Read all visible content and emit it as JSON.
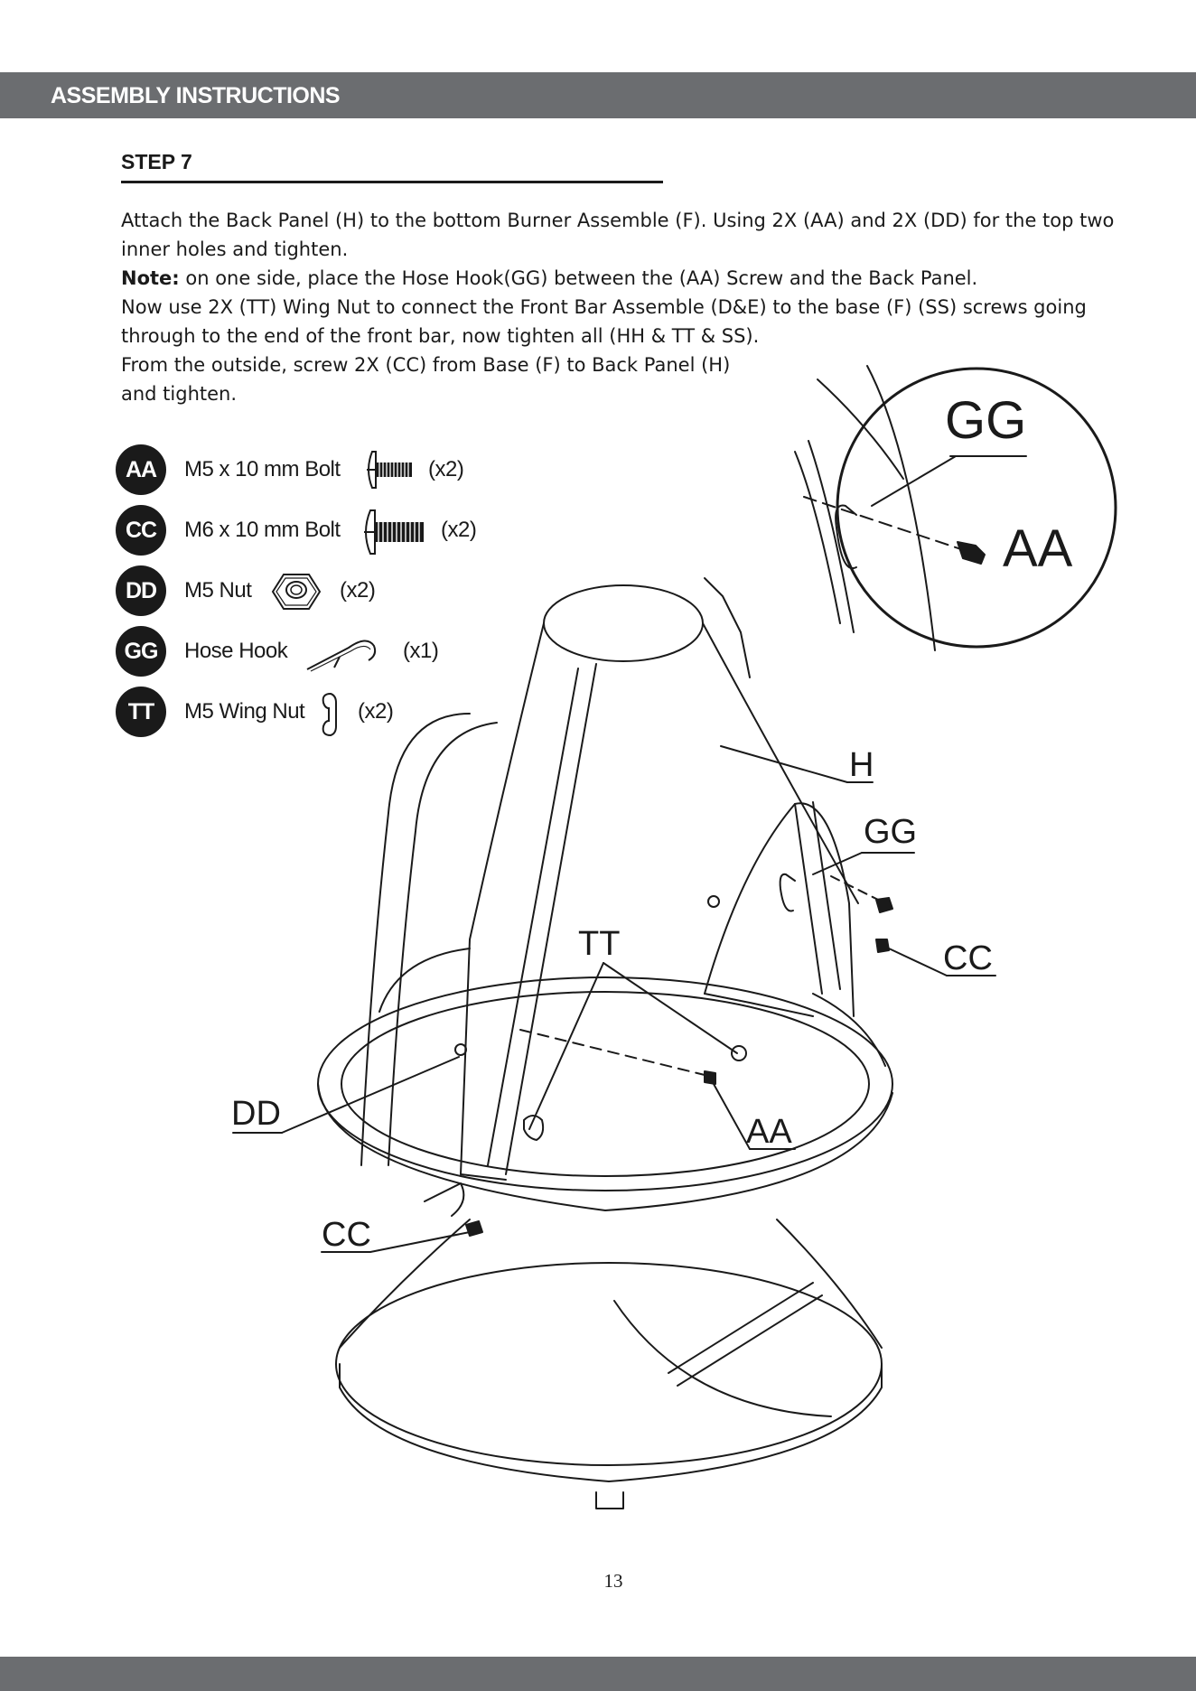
{
  "header": {
    "title": "ASSEMBLY INSTRUCTIONS"
  },
  "step": {
    "title": "STEP 7"
  },
  "instructions": {
    "line1": "Attach the Back Panel (H) to the bottom Burner Assemble (F). Using 2X (AA) and 2X (DD) for the top two inner holes and tighten.",
    "note_label": "Note:",
    "note_text": " on one side, place the Hose Hook(GG) between the (AA) Screw and the Back Panel.",
    "line3": "Now use 2X (TT) Wing Nut to connect the Front Bar Assemble (D&E) to the base (F) (SS) screws going through to the end of the front bar, now tighten all (HH & TT & SS).",
    "line4a": "From the outside, screw 2X (CC) from Base (F) to Back Panel (H)",
    "line4b": "and tighten."
  },
  "parts": [
    {
      "code": "AA",
      "name": "M5 x 10 mm Bolt",
      "qty": "(x2)",
      "icon": "bolt-icon"
    },
    {
      "code": "CC",
      "name": "M6 x 10 mm Bolt",
      "qty": "(x2)",
      "icon": "bolt-icon"
    },
    {
      "code": "DD",
      "name": "M5 Nut",
      "qty": "(x2)",
      "icon": "hex-nut-icon"
    },
    {
      "code": "GG",
      "name": "Hose Hook",
      "qty": "(x1)",
      "icon": "hose-hook-icon"
    },
    {
      "code": "TT",
      "name": "M5 Wing Nut",
      "qty": "(x2)",
      "icon": "wing-nut-icon"
    }
  ],
  "callouts": {
    "detail_gg": "GG",
    "detail_aa": "AA",
    "h": "H",
    "gg": "GG",
    "cc_right": "CC",
    "tt": "TT",
    "dd": "DD",
    "aa": "AA",
    "cc_left": "CC"
  },
  "page_number": "13"
}
